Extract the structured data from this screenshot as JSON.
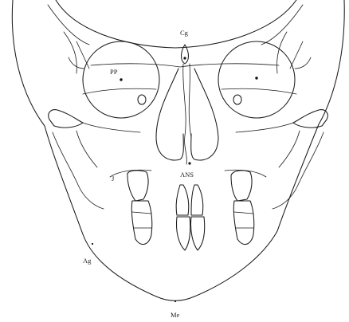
{
  "landmarks": {
    "cg": "Cg",
    "pp": "PP",
    "ans": "ANS",
    "j": "J",
    "ag": "Ag",
    "me": "Me"
  },
  "colors": {
    "line": "#1a1a1a",
    "background": "#ffffff"
  }
}
